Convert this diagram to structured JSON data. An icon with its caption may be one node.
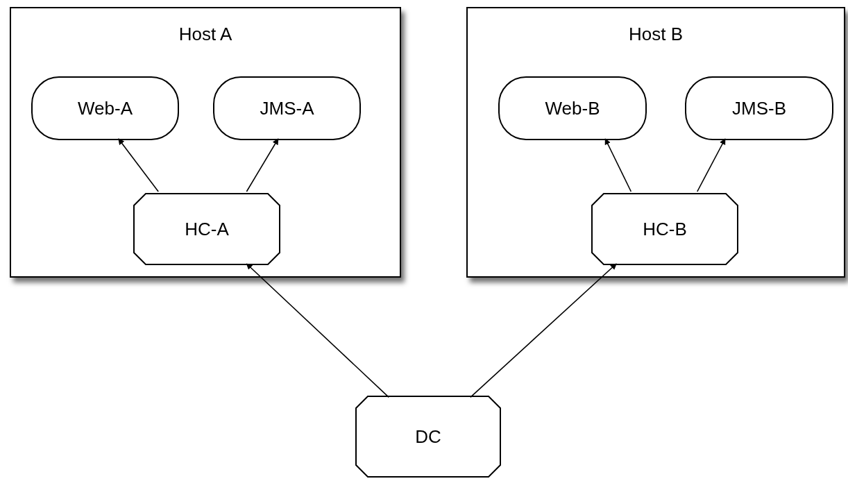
{
  "diagram": {
    "nodes": [
      {
        "text": [
          "Host A"
        ]
      },
      {
        "text": [
          "Web-A"
        ],
        "in": 0
      },
      {
        "text": [
          "JMS-A"
        ],
        "in": 0
      },
      {
        "text": [
          "HC-A"
        ],
        "in": 0
      },
      {
        "text": [
          "Host B"
        ]
      },
      {
        "text": [
          "Web-B"
        ],
        "in": 4
      },
      {
        "text": [
          "JMS-B"
        ],
        "in": 4
      },
      {
        "text": [
          "HC-B"
        ],
        "in": 4
      },
      {
        "text": [
          "DC"
        ]
      }
    ],
    "edges": [
      {
        "from": 3,
        "to": 1,
        "arrow": "to"
      },
      {
        "from": 3,
        "to": 2,
        "arrow": "to"
      },
      {
        "from": 7,
        "to": 5,
        "arrow": "to"
      },
      {
        "from": 7,
        "to": 6,
        "arrow": "to"
      },
      {
        "from": 8,
        "to": 3,
        "arrow": "to"
      },
      {
        "from": 8,
        "to": 7,
        "arrow": "to"
      }
    ]
  }
}
